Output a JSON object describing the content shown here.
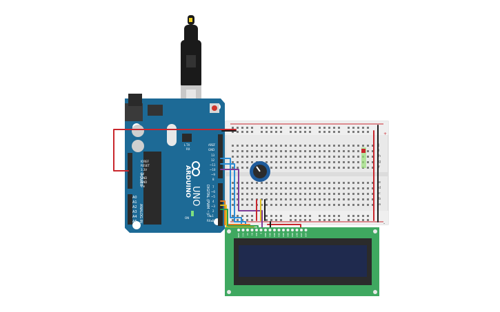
{
  "arduino": {
    "brand": "ARDUINO",
    "model": "UNO",
    "power_header_label": "POWER",
    "analog_header_label": "ANALOG IN",
    "digital_header_label": "DIGITAL (PWM ~)",
    "power_pins": [
      "IOREF",
      "RESET",
      "3.3V",
      "5V",
      "GND",
      "GND",
      "Vin"
    ],
    "analog_pins": [
      "A0",
      "A1",
      "A2",
      "A3",
      "A4",
      "A5"
    ],
    "digital_pins": [
      "AREF",
      "GND",
      "13",
      "12",
      "~11",
      "~10",
      "~9",
      "8",
      "7",
      "~6",
      "~5",
      "4",
      "~3",
      "2",
      "TX▸1",
      "RX◂0"
    ],
    "leds": [
      "L",
      "TX",
      "RX",
      "ON"
    ],
    "body_color": "#1d6a96",
    "header_color": "#2b2b2b"
  },
  "usb_cable": {
    "connector": "USB-B",
    "color": "#1a1a1a"
  },
  "breadboard": {
    "rows": [
      "a",
      "b",
      "c",
      "d",
      "e",
      "f",
      "g",
      "h",
      "i",
      "j"
    ],
    "columns": 30,
    "rail_plus": "+",
    "rail_minus": "-"
  },
  "potentiometer": {
    "color": "#1f5c9c"
  },
  "lcd": {
    "type": "16x2",
    "pins": [
      "GND",
      "VCC",
      "V0",
      "RS",
      "RW",
      "E",
      "DB0",
      "DB1",
      "DB2",
      "DB3",
      "DB4",
      "DB5",
      "DB6",
      "DB7",
      "LED",
      "LED"
    ],
    "pcb_color": "#3fa860",
    "screen_color": "#1f2a4e"
  },
  "wire_colors": {
    "power": "#c9262c",
    "ground": "#1a1a1a",
    "blue": "#2b8dd6",
    "purple": "#7d3c98",
    "orange": "#e67e22",
    "yellow": "#e0c020",
    "green": "#2e9e4f"
  }
}
